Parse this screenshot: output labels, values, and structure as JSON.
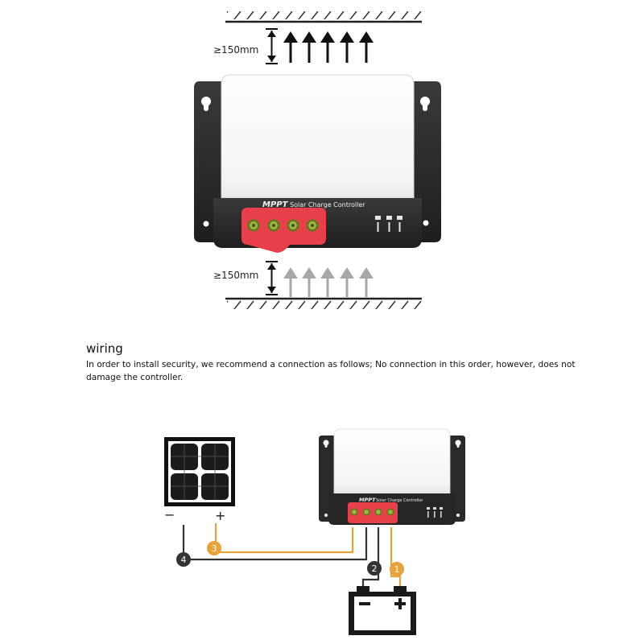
{
  "clearance": {
    "top_label": "≥150mm",
    "bottom_label": "≥150mm"
  },
  "controller": {
    "brand": "MPPT",
    "product": "Solar Charge Controller"
  },
  "wiring": {
    "heading": "wiring",
    "description": "In order to install security, we recommend a connection as follows; No connection in this order, however, does not damage the controller.",
    "panel_minus": "−",
    "panel_plus": "+",
    "battery_minus": "−",
    "battery_plus": "+",
    "steps": [
      "1",
      "2",
      "3",
      "4"
    ]
  },
  "colors": {
    "housing_top": "#ffffff",
    "housing_dark": "#2a2a2a",
    "terminal_red": "#e8404a",
    "terminal_green": "#8aa238",
    "wire_orange": "#e8a23a",
    "wire_dark": "#333333",
    "arrow_gray": "#a8a8a8"
  }
}
